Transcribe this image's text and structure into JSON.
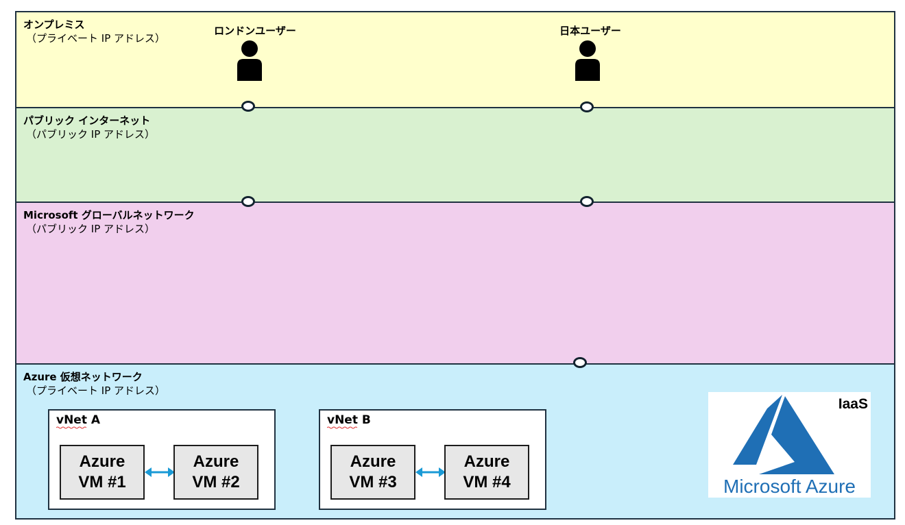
{
  "bands": {
    "onprem": {
      "title": "オンプレミス",
      "subtitle": "（プライベート IP アドレス）"
    },
    "internet": {
      "title": "パブリック インターネット",
      "subtitle": "（パブリック IP アドレス）"
    },
    "msnet": {
      "title": "Microsoft グローバルネットワーク",
      "subtitle": "（パブリック IP アドレス）"
    },
    "azure": {
      "title": "Azure 仮想ネットワーク",
      "subtitle": "（プライベート IP アドレス）"
    }
  },
  "users": [
    {
      "label": "ロンドンユーザー",
      "icon": "person-icon"
    },
    {
      "label": "日本ユーザー",
      "icon": "person-icon"
    }
  ],
  "vnets": [
    {
      "title": "vNet A",
      "vms": [
        {
          "line1": "Azure",
          "line2": "VM #1"
        },
        {
          "line1": "Azure",
          "line2": "VM #2"
        }
      ]
    },
    {
      "title": "vNet B",
      "vms": [
        {
          "line1": "Azure",
          "line2": "VM #3"
        },
        {
          "line1": "Azure",
          "line2": "VM #4"
        }
      ]
    }
  ],
  "logo": {
    "badge": "IaaS",
    "wordmark": "Microsoft Azure"
  },
  "colors": {
    "onprem": "#ffffcc",
    "internet": "#d9f1d0",
    "msnet": "#f1cfed",
    "azure": "#c9eefb",
    "arrow": "#1a9ad6",
    "azure_blue": "#1f6fb5"
  }
}
